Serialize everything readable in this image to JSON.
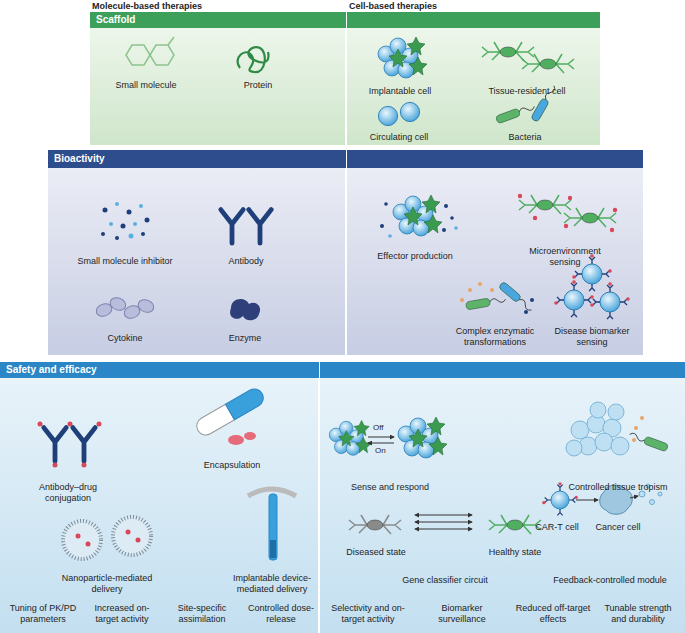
{
  "diagram": {
    "nodes": [
      {
        "text": [
          "Scaffold"
        ]
      },
      {
        "text": [
          "Small molecule",
          "Protein"
        ],
        "in": 0
      },
      {
        "text": [
          "Implantable cell",
          "Tissue-resident cell",
          "Circulating cell",
          "Bacteria"
        ],
        "in": 0
      },
      {
        "text": [
          "Bioactivity"
        ]
      },
      {
        "text": [
          "Small molecule inhibitor",
          "Antibody",
          "Cytokine",
          "Enzyme"
        ],
        "in": 3
      },
      {
        "text": [
          "Effector production",
          "Microenvironment sensing",
          "Complex enzymatic transformations",
          "Disease biomarker sensing"
        ],
        "in": 3
      },
      {
        "text": [
          "Safety and efficacy"
        ]
      },
      {
        "text": [
          "Antibody–drug conjugation",
          "Encapsulation",
          "Nanoparticle-mediated delivery",
          "Implantable device-mediated delivery",
          "Tuning of PK/PD parameters",
          "Increased on-target activity",
          "Site-specific assimilation",
          "Controlled dose-release"
        ],
        "in": 6
      },
      {
        "text": [
          "Sense and respond",
          "Controlled tissue tropism",
          "Diseased state",
          "Healthy state",
          "CAR-T cell",
          "Cancer cell",
          "Gene classifier circuit",
          "Feedback-controlled module",
          "Selectivity and on-target activity",
          "Biomarker surveillance",
          "Reduced off-target effects",
          "Tunable strength and durability"
        ],
        "in": 6
      }
    ],
    "labels": [
      "Molecule-based therapies",
      "Cell-based therapies",
      "Off",
      "On"
    ]
  }
}
